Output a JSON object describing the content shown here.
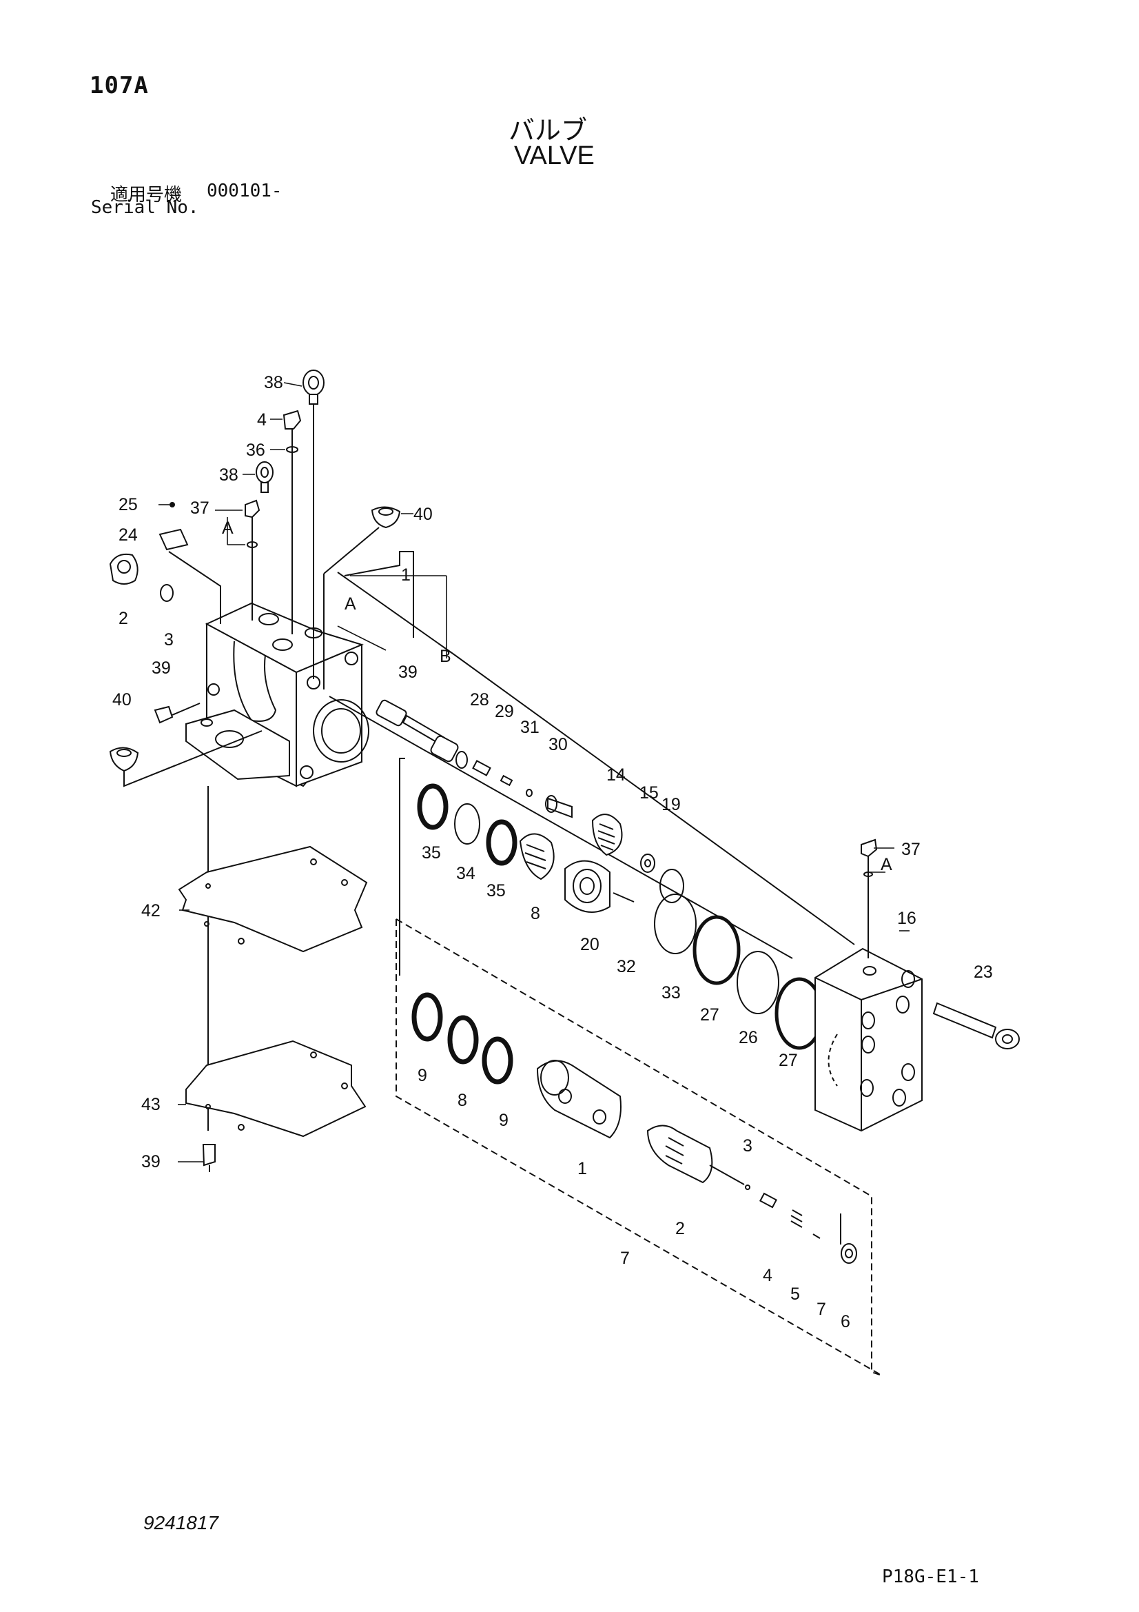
{
  "header": {
    "page_id": "107A",
    "title_ja": "バルブ",
    "title_en": "VALVE",
    "serial_label_ja": "適用号機",
    "serial_value": "000101-",
    "serial_label_en": "Serial No."
  },
  "footer": {
    "drawing_number": "9241817",
    "page_code": "P18G-E1-1"
  },
  "callouts": {
    "c38a": "38",
    "c4a": "4",
    "c36": "36",
    "c38b": "38",
    "c25": "25",
    "c37a": "37",
    "c40a": "40",
    "c24": "24",
    "c2a": "2",
    "c3a": "3",
    "c39a": "39",
    "c40b": "40",
    "c1a": "1",
    "cA1": "A",
    "cA2": "A",
    "cB": "B",
    "c39b": "39",
    "c28": "28",
    "c29": "29",
    "c31": "31",
    "c30": "30",
    "c14": "14",
    "c15": "15",
    "c19": "19",
    "c35a": "35",
    "c34": "34",
    "c35b": "35",
    "c8a": "8",
    "c20": "20",
    "c32": "32",
    "c33": "33",
    "c27a": "27",
    "c26": "26",
    "c27b": "27",
    "c37b": "37",
    "cA3": "A",
    "c16": "16",
    "c23": "23",
    "c42": "42",
    "c43": "43",
    "c39c": "39",
    "c9a": "9",
    "c8b": "8",
    "c9b": "9",
    "c1b": "1",
    "c3b": "3",
    "c2b": "2",
    "c7a": "7",
    "c4b": "4",
    "c5": "5",
    "c7b": "7",
    "c6": "6"
  }
}
